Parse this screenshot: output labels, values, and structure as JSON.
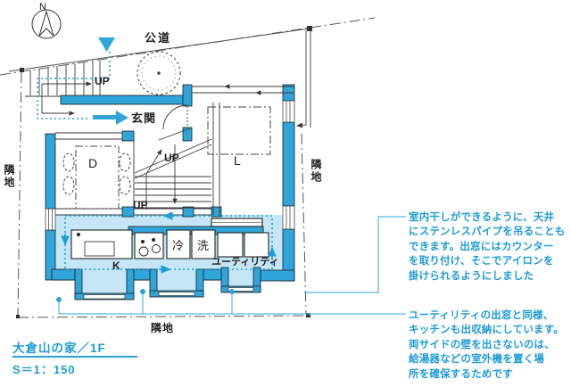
{
  "title_block": {
    "title": "大倉山の家／1F",
    "scale": "S＝1：150"
  },
  "plan": {
    "labels": {
      "north": "N",
      "road": "公道",
      "up_exterior": "UP",
      "entrance": "玄関",
      "dining": "D",
      "living": "L",
      "up_stair_upper": "UP",
      "up_stair_lower": "UP",
      "kitchen": "K",
      "fridge": "冷",
      "washer": "洗",
      "utility": "ユーティリティ",
      "neighbor_left": "隣地",
      "neighbor_right": "隣地",
      "neighbor_bottom": "隣地"
    }
  },
  "annotations": [
    {
      "text": "室内干しができるように、天井\nにステンレスパイプを吊ることも\nできます。出窓にはカウンター\nを取り付け、そこでアイロンを\n掛けられるようにしました"
    },
    {
      "text": "ユーティリティの出窓と同様、\nキッチンも出収納にしています。\n両サイドの壁を出さないのは、\n給湯器などの室外機を置く場\n所を確保するためです"
    }
  ],
  "colors": {
    "wall_blue": "#2fa5d9",
    "highlight_blue": "#c5e6f6",
    "annotation_blue": "#1e9cd8",
    "line_dark": "#3a3a3a"
  }
}
